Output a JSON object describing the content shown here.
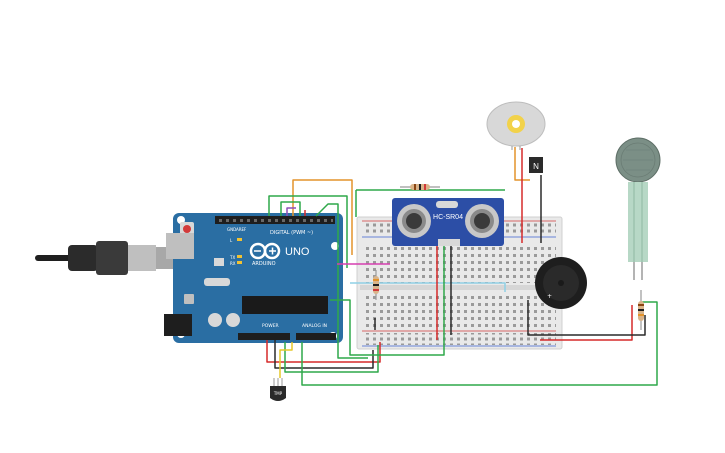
{
  "arduino": {
    "brand": "UNO",
    "maker": "ARDUINO",
    "digital_label": "DIGITAL (PWM ~)",
    "power_label": "POWER",
    "analog_label": "ANALOG IN",
    "led_tx": "TX",
    "led_rx": "RX",
    "led_l": "L",
    "aref": "AREF",
    "gnd": "GND"
  },
  "sensor": {
    "model": "HC-SR04"
  },
  "transistor": {
    "label": "N"
  },
  "temp_sensor": {
    "label": "TMP"
  },
  "colors": {
    "board": "#2a6ea3",
    "breadboard": "#e9e9e9",
    "sensor_board": "#2c4ea6",
    "wire_red": "#d62a2a",
    "wire_black": "#2a2a2a",
    "wire_green": "#2fa84a",
    "wire_orange": "#e3932b",
    "wire_blue_light": "#8fd0e6",
    "wire_purple": "#8c4fb8",
    "wire_yellow": "#e6c82a",
    "wire_magenta": "#d63fb0",
    "force_sensor": "#7b8f86",
    "motor_body": "#d8d8d8",
    "motor_shaft": "#f2d24a"
  }
}
